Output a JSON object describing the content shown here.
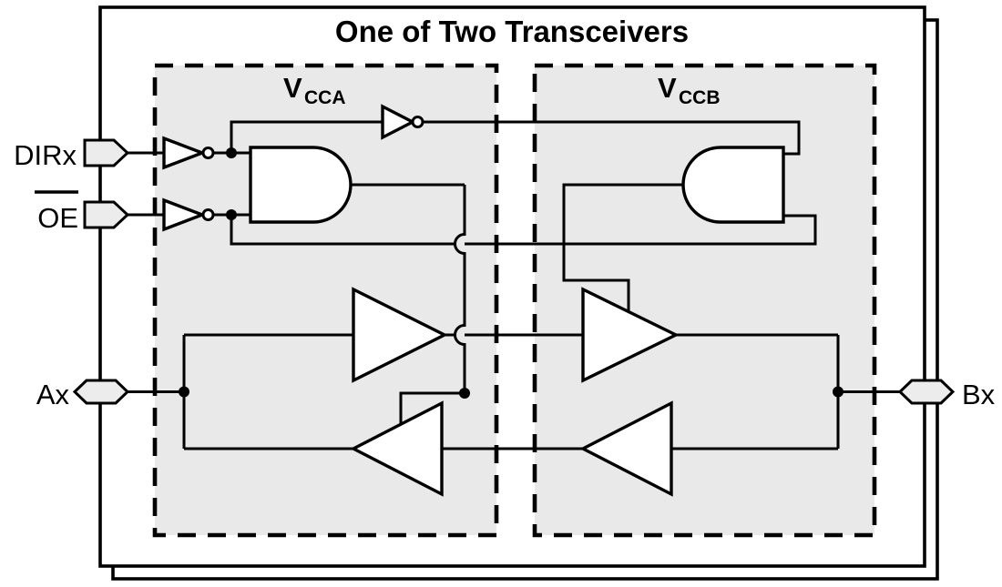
{
  "figure": {
    "title": "One of Two Transceivers",
    "supply_regions": {
      "a_side": {
        "v": "V",
        "sub": "CCA"
      },
      "b_side": {
        "v": "V",
        "sub": "CCB"
      }
    },
    "pins": {
      "dir": {
        "label": "DIRx",
        "symbol": "input-arrow"
      },
      "oe": {
        "label": "OE",
        "overline": true,
        "symbol": "input-arrow"
      },
      "a": {
        "label": "Ax",
        "symbol": "bidirectional-arrow"
      },
      "b": {
        "label": "Bx",
        "symbol": "bidirectional-arrow"
      }
    },
    "colors": {
      "line": "#000000",
      "region_fill": "#e9e9e9",
      "pin_fill": "#ececec",
      "background": "#ffffff",
      "text": "#000000"
    }
  }
}
